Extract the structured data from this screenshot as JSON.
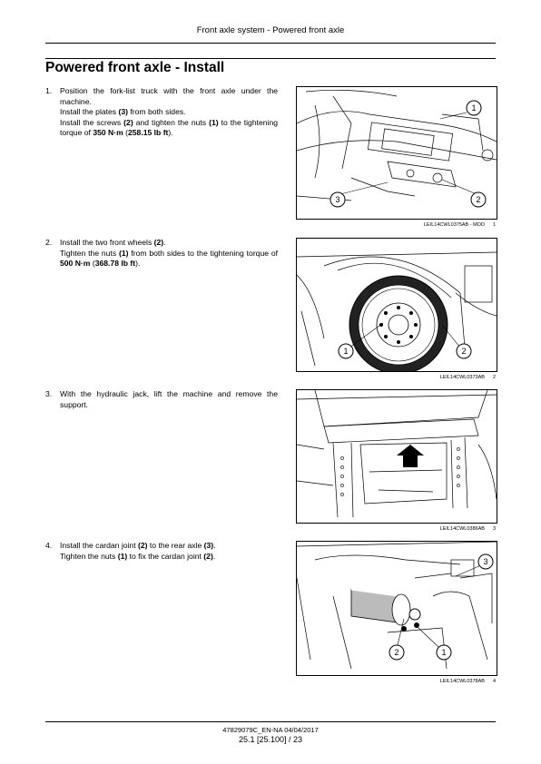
{
  "header": {
    "title": "Front axle system - Powered front axle"
  },
  "section": {
    "title": "Powered front axle - Install"
  },
  "steps": [
    {
      "num": "1.",
      "p1": {
        "a": "Position the fork-list truck with the front axle under the machine."
      },
      "p2": {
        "a": "Install the plates ",
        "b": "(3)",
        "c": " from both sides."
      },
      "p3": {
        "a": "Install the screws ",
        "b": "(2)",
        "c": " and tighten the nuts ",
        "d": "(1)",
        "e": " to the tightening torque of ",
        "f": "350 N·m",
        "g": " (",
        "h": "258.15 lb ft",
        "i": ")."
      },
      "figure": {
        "code": "LEIL14CWL0375AB - MOD",
        "number": "1",
        "callouts": [
          "1",
          "2",
          "3"
        ]
      }
    },
    {
      "num": "2.",
      "p1": {
        "a": "Install the two front wheels ",
        "b": "(2)",
        "c": "."
      },
      "p2": {
        "a": "Tighten the nuts ",
        "b": "(1)",
        "c": " from both sides to the tightening torque of ",
        "d": "500 N·m",
        "e": " (",
        "f": "368.78 lb ft",
        "g": ")."
      },
      "figure": {
        "code": "LEIL14CWL0373AB",
        "number": "2",
        "callouts": [
          "1",
          "2"
        ]
      }
    },
    {
      "num": "3.",
      "p1": {
        "a": "With the hydraulic jack, lift the machine and remove the support."
      },
      "figure": {
        "code": "LEIL14CWL0386AB",
        "number": "3"
      }
    },
    {
      "num": "4.",
      "p1": {
        "a": "Install the cardan joint ",
        "b": "(2)",
        "c": " to the rear axle ",
        "d": "(3)",
        "e": "."
      },
      "p2": {
        "a": "Tighten the nuts ",
        "b": "(1)",
        "c": " to fix the cardan joint ",
        "d": "(2)",
        "e": "."
      },
      "figure": {
        "code": "LEIL14CWL0378AB",
        "number": "4",
        "callouts": [
          "1",
          "2",
          "3"
        ]
      }
    }
  ],
  "footer": {
    "doc": "47829079C_EN-NA 04/04/2017",
    "page": "25.1 [25.100] / 23"
  }
}
